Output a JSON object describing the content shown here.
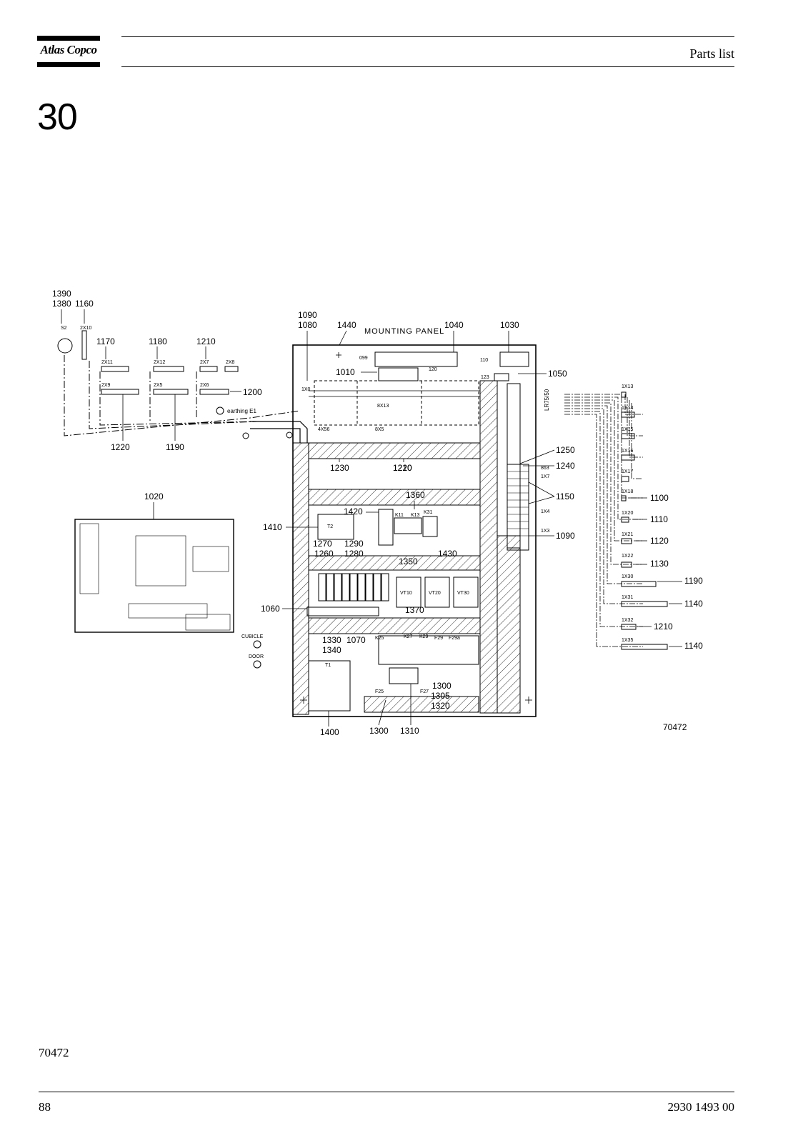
{
  "header": {
    "logo_text": "Atlas Copco",
    "title": "Parts list"
  },
  "section_number": "30",
  "figure": {
    "drawing_no": "70472",
    "labels": {
      "mounting_panel": "MOUNTING PANEL",
      "earthing": "earthing E1",
      "cubicle": "CUBICLE",
      "door": "DOOR"
    },
    "callouts": [
      "1390",
      "1380",
      "1160",
      "1170",
      "1180",
      "1210",
      "1200",
      "1220",
      "1190",
      "1090",
      "1080",
      "1440",
      "1040",
      "1030",
      "1010",
      "1050",
      "1250",
      "1240",
      "1150",
      "1230",
      "1020",
      "1360",
      "1420",
      "1410",
      "1270",
      "1290",
      "1260",
      "1280",
      "1350",
      "1430",
      "1060",
      "1370",
      "1330",
      "1070",
      "1340",
      "1300",
      "1305",
      "1320",
      "1400",
      "1310",
      "1100",
      "1110",
      "1120",
      "1130",
      "1140"
    ],
    "components": [
      "S2",
      "2X10",
      "2X11",
      "2X12",
      "2X7",
      "2X8",
      "2X9",
      "2X5",
      "2X6",
      "1X0",
      "8X13",
      "4X56",
      "8X5",
      "1X13",
      "1X14",
      "1X15",
      "1X16",
      "1X17",
      "1X18",
      "1X20",
      "1X21",
      "1X22",
      "1X30",
      "1X31",
      "1X32",
      "1X35",
      "1X7",
      "1X4",
      "1X3",
      "K11",
      "K13",
      "K31",
      "T2",
      "T1",
      "VT10",
      "VT20",
      "VT30",
      "K25",
      "K27",
      "K29",
      "F29",
      "F29a",
      "F25",
      "F27",
      "LR75/50",
      "099",
      "110",
      "120",
      "123",
      "863"
    ]
  },
  "footer": {
    "figure_note": "70472",
    "page_number": "88",
    "doc_number": "2930 1493 00"
  }
}
